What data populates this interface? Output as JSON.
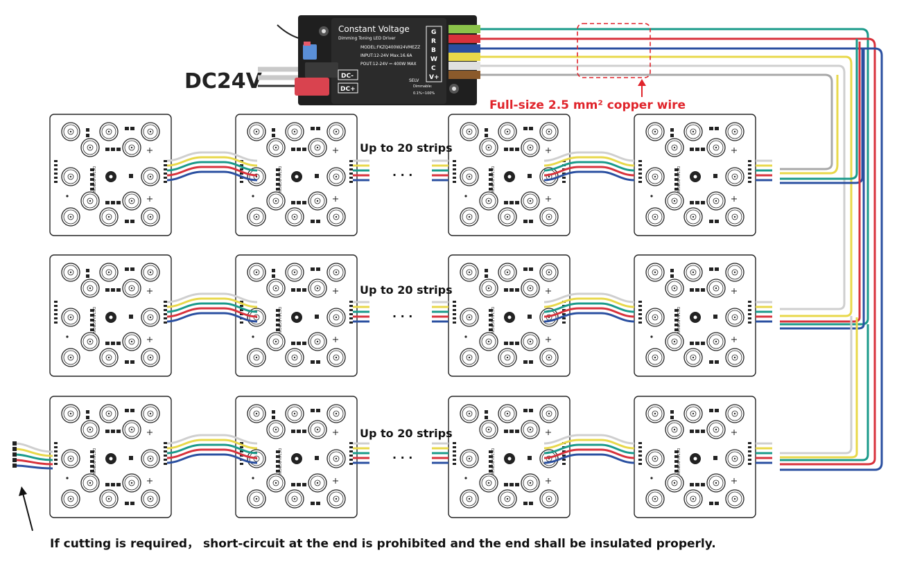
{
  "power": {
    "label": "DC24V"
  },
  "driver": {
    "title": "Constant Voltage",
    "subtitle": "Dimming Toning LED Driver",
    "model": "MODEL:FKZQ400W24VMEZZ",
    "input": "INPUT:12-24V  Max.16.6A",
    "output": "POUT:12-24V ⎓ 400W  MAX",
    "dc_minus": "DC-",
    "dc_plus": "DC+",
    "selv": "SELV",
    "dimmable": "Dimmable:",
    "dim_range": "0.1%~100%",
    "terminals": [
      "G",
      "R",
      "B",
      "W",
      "C",
      "V+"
    ]
  },
  "annotations": {
    "copper_wire": "Full-size 2.5 mm² copper wire",
    "strips_row1": "Up to 20 strips",
    "strips_row2": "Up to 20 strips",
    "strips_row3": "Up to 20 strips",
    "ellipsis": "· · ·",
    "footer": "If cutting is required，  short-circuit at the end is prohibited and the end shall be insulated properly."
  },
  "module": {
    "silk_label": "DC24V-RGBCW"
  },
  "colors": {
    "wire_green": "#1a9a8a",
    "wire_red": "#d8323c",
    "wire_blue": "#2a4fa0",
    "wire_yellow": "#e8d84a",
    "wire_white": "#cfcfcf",
    "wire_grey": "#a8a8a8",
    "accent_red": "#e0242b",
    "driver_body": "#2b2b2b"
  }
}
